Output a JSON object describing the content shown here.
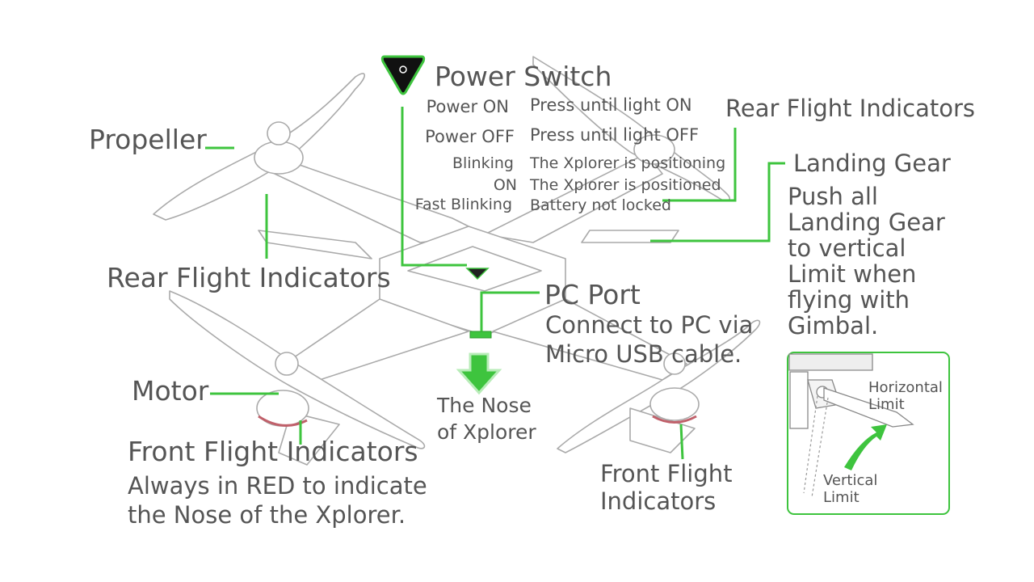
{
  "colors": {
    "accent": "#3ec43e",
    "line": "#999999",
    "text": "#555555"
  },
  "power_switch": {
    "title": "Power Switch",
    "rows": [
      {
        "state": "Power ON",
        "desc": "Press until light ON"
      },
      {
        "state": "Power OFF",
        "desc": "Press until light OFF"
      },
      {
        "state": "Blinking",
        "desc": "The Xplorer is positioning"
      },
      {
        "state": "ON",
        "desc": "The Xplorer is positioned"
      },
      {
        "state": "Fast Blinking",
        "desc": "Battery not locked"
      }
    ]
  },
  "propeller": {
    "label": "Propeller"
  },
  "rear_flight_left": {
    "label": "Rear Flight Indicators"
  },
  "rear_flight_right": {
    "label": "Rear Flight Indicators"
  },
  "landing_gear": {
    "label": "Landing Gear",
    "note_lines": [
      "Push all",
      "Landing Gear",
      "to vertical",
      "Limit when",
      "flying with",
      "Gimbal."
    ]
  },
  "pc_port": {
    "label": "PC Port",
    "desc_lines": [
      "Connect to PC via",
      "Micro USB cable."
    ]
  },
  "nose": {
    "lines": [
      "The Nose",
      "of Xplorer"
    ]
  },
  "motor": {
    "label": "Motor"
  },
  "front_flight_left": {
    "label": "Front Flight Indicators",
    "desc_lines": [
      "Always in RED to indicate",
      "the Nose of the Xplorer."
    ]
  },
  "front_flight_right": {
    "lines": [
      "Front Flight",
      "Indicators"
    ]
  },
  "inset": {
    "horizontal_lines": [
      "Horizontal",
      "Limit"
    ],
    "vertical_lines": [
      "Vertical",
      "Limit"
    ]
  }
}
